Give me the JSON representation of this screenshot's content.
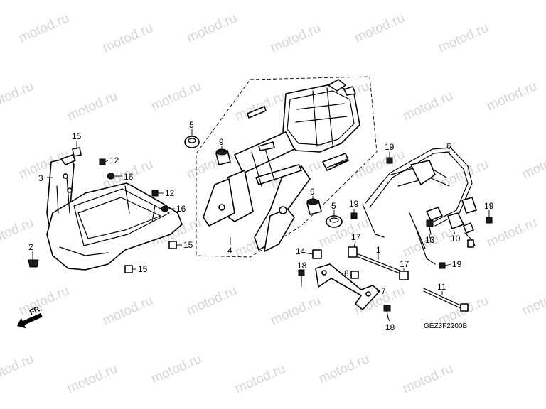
{
  "watermark": {
    "text": "motod.ru",
    "rows": [
      [
        "motod.ru",
        "motod.ru",
        "motod.ru",
        "motod.ru",
        "motod.ru",
        "motod.ru"
      ],
      [
        "motod.ru",
        "motod.ru",
        "motod.ru",
        "motod.ru",
        "motod.ru",
        "motod.ru",
        "motod.ru"
      ],
      [
        "motod.ru",
        "motod.ru",
        "motod.ru",
        "motod.ru",
        "motod.ru",
        "motod.ru",
        "motod.ru"
      ],
      [
        "motod.ru",
        "motod.ru",
        "motod.ru",
        "motod.ru",
        "motod.ru",
        "motod.ru",
        "motod.ru"
      ],
      [
        "motod.ru",
        "motod.ru",
        "motod.ru",
        "motod.ru",
        "motod.ru",
        "motod.ru",
        "motod.ru"
      ],
      [
        "motod.ru",
        "motod.ru",
        "motod.ru",
        "motod.ru",
        "motod.ru",
        "motod.ru"
      ]
    ]
  },
  "diagram_code": "GEZ3F2200B",
  "front_indicator": "FR.",
  "callouts": {
    "c1": "1",
    "c2": "2",
    "c3": "3",
    "c4": "4",
    "c5": "5",
    "c6": "6",
    "c7": "7",
    "c8": "8",
    "c9a": "9",
    "c9b": "9",
    "c10": "10",
    "c11": "11",
    "c12a": "12",
    "c12b": "12",
    "c13": "13",
    "c14": "14",
    "c15a": "15",
    "c15b": "15",
    "c15c": "15",
    "c16a": "16",
    "c16b": "16",
    "c17a": "17",
    "c17b": "17",
    "c18a": "18",
    "c18b": "18",
    "c19a": "19",
    "c19b": "19",
    "c19c": "19",
    "c19d": "19"
  }
}
